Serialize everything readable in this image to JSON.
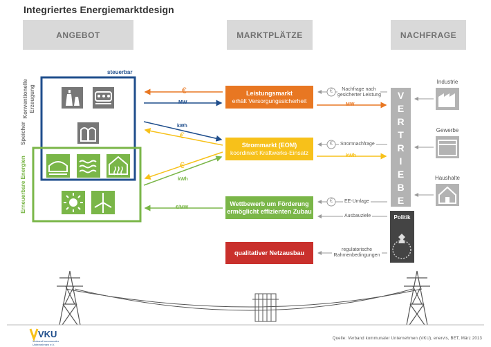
{
  "title": "Integriertes Energiemarktdesign",
  "columns": {
    "angebot": "ANGEBOT",
    "marktplaetze": "MARKTPLÄTZE",
    "nachfrage": "NACHFRAGE"
  },
  "supply": {
    "steuerbar": "steuerbar",
    "konventionelle": "Konventionelle",
    "erzeugung": "Erzeugung",
    "speicher": "Speicher",
    "erneuerbare": "Erneuerbare Energien"
  },
  "markets": {
    "leistung_title": "Leistungsmarkt",
    "leistung_sub": "erhält Versorgungssicherheit",
    "strom_title": "Strommarkt (EOM)",
    "strom_sub": "koordiniert Kraftwerks-Einsatz",
    "foerder_line1": "Wettbewerb um Förderung",
    "foerder_line2": "ermöglicht effizienten Zubau",
    "netz": "qualitativer Netzausbau"
  },
  "flows": {
    "euro": "€",
    "mw": "MW",
    "kwh": "kWh",
    "euro_mw": "€/MW",
    "nachfrage_nach": "Nachfrage nach",
    "gesicherter_leistung": "gesicherter Leistung",
    "stromnachfrage": "Stromnachfrage",
    "ee_umlage": "EE-Umlage",
    "ausbauziele": "Ausbauziele",
    "regulatorische": "regulatorische",
    "rahmenbedingungen": "Rahmenbedingungen"
  },
  "vertriebe": [
    "V",
    "E",
    "R",
    "T",
    "R",
    "I",
    "E",
    "B",
    "E"
  ],
  "consumers": {
    "industrie": "Industrie",
    "gewerbe": "Gewerbe",
    "haushalte": "Haushalte"
  },
  "politik": "Politik",
  "logo": {
    "name": "VKU",
    "line1": "Verband kommunaler",
    "line2": "Unternehmen e.V."
  },
  "source": "Quelle: Verband kommunaler Unternehmen (VKU), enervis, BET, März 2013",
  "colors": {
    "blue": "#1f4e8c",
    "green": "#7ab648",
    "orange": "#e87722",
    "yellow": "#f7c11a",
    "red": "#c9302c",
    "grey": "#b3b3b3",
    "dark": "#444444"
  }
}
